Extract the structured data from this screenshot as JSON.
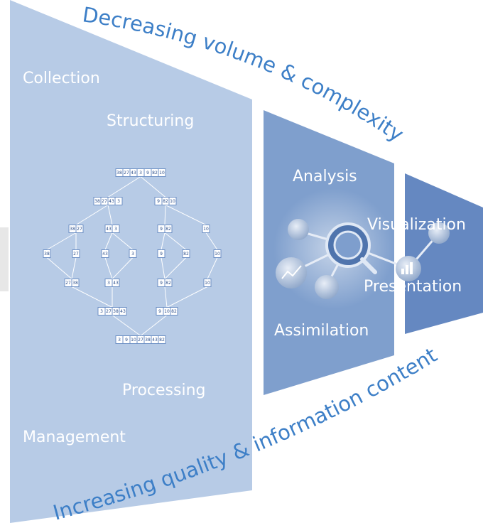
{
  "colors": {
    "panel_1": "#b7cbe6",
    "panel_2": "#7f9fcd",
    "panel_3": "#6588c1",
    "arc_text": "#3d7fc7",
    "label_text": "#ffffff"
  },
  "arcs": {
    "top": "Decreasing volume & complexity",
    "bottom": "Increasing quality & information content"
  },
  "stages": {
    "collection": "Collection",
    "structuring": "Structuring",
    "processing": "Processing",
    "management": "Management",
    "analysis": "Analysis",
    "assimilation": "Assimilation",
    "visualization": "Visualization",
    "presentation": "Presentation"
  },
  "sort_tree": {
    "rows": [
      [
        [
          "38",
          "27",
          "43",
          "3",
          "9",
          "82",
          "10"
        ]
      ],
      [
        [
          "38",
          "27",
          "43",
          "3"
        ],
        [
          "9",
          "82",
          "10"
        ]
      ],
      [
        [
          "38",
          "27"
        ],
        [
          "43",
          "3"
        ],
        [
          "9",
          "82"
        ],
        [
          "10"
        ]
      ],
      [
        [
          "38"
        ],
        [
          "27"
        ],
        [
          "43"
        ],
        [
          "3"
        ],
        [
          "9"
        ],
        [
          "82"
        ],
        [
          "10"
        ]
      ],
      [
        [
          "27",
          "38"
        ],
        [
          "3",
          "43"
        ],
        [
          "9",
          "82"
        ],
        [
          "10"
        ]
      ],
      [
        [
          "3",
          "27",
          "38",
          "43"
        ],
        [
          "9",
          "10",
          "82"
        ]
      ],
      [
        [
          "3",
          "9",
          "10",
          "27",
          "38",
          "43",
          "82"
        ]
      ]
    ]
  },
  "icons": [
    "line-chart-icon",
    "search-icon",
    "bar-chart-icon",
    "network-node-icon"
  ]
}
